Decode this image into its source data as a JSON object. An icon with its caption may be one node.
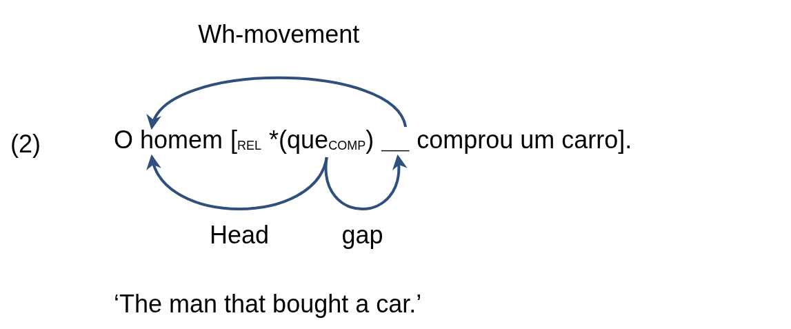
{
  "diagram": {
    "nodes": [
      {
        "text": [
          "O homem"
        ]
      },
      {
        "text": [
          "*(que$_{COMP}$)"
        ]
      },
      {
        "text": [
          "__"
        ]
      }
    ],
    "edges": [
      {
        "from": 2,
        "to": 0,
        "arrow": "to",
        "label": "Wh-movement"
      },
      {
        "from": 1,
        "to": 0,
        "arrow": "to",
        "label": "Head"
      },
      {
        "from": 1,
        "to": 2,
        "arrow": "to",
        "label": "gap"
      }
    ],
    "labels": [
      "(2)",
      "[$_{REL}$",
      "comprou um carro].",
      "‘The man that bought a car.’"
    ]
  }
}
